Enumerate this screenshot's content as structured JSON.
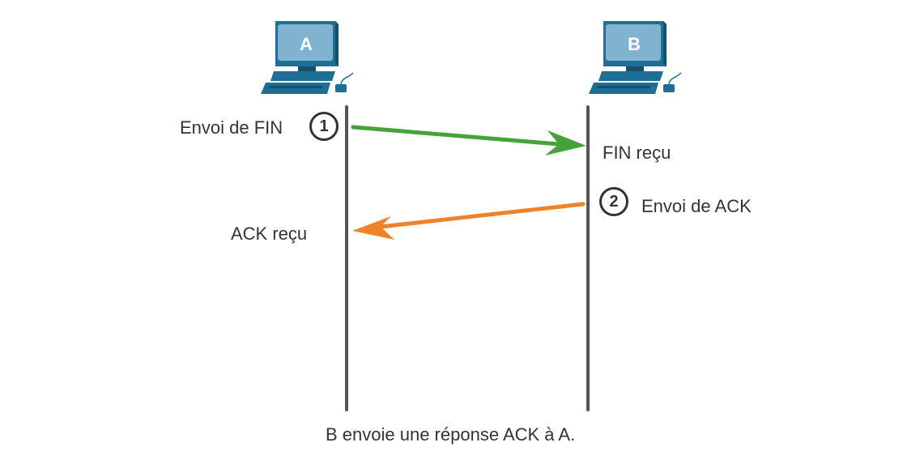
{
  "hosts": [
    {
      "id": "A",
      "label": "A"
    },
    {
      "id": "B",
      "label": "B"
    }
  ],
  "steps": [
    {
      "number": "1",
      "label": "Envoi de FIN",
      "received_label": "FIN reçu",
      "arrow_color": "#44a33b",
      "direction": "A-to-B"
    },
    {
      "number": "2",
      "label": "Envoi de ACK",
      "received_label": "ACK reçu",
      "arrow_color": "#f0832a",
      "direction": "B-to-A"
    }
  ],
  "caption": "B envoie une réponse ACK à A.",
  "colors": {
    "computer_body": "#1f6e96",
    "computer_dark": "#154f6d",
    "screen": "#7fb3d0",
    "timeline": "#555555",
    "text": "#333333"
  },
  "icons": {
    "host": "desktop-computer-icon"
  }
}
